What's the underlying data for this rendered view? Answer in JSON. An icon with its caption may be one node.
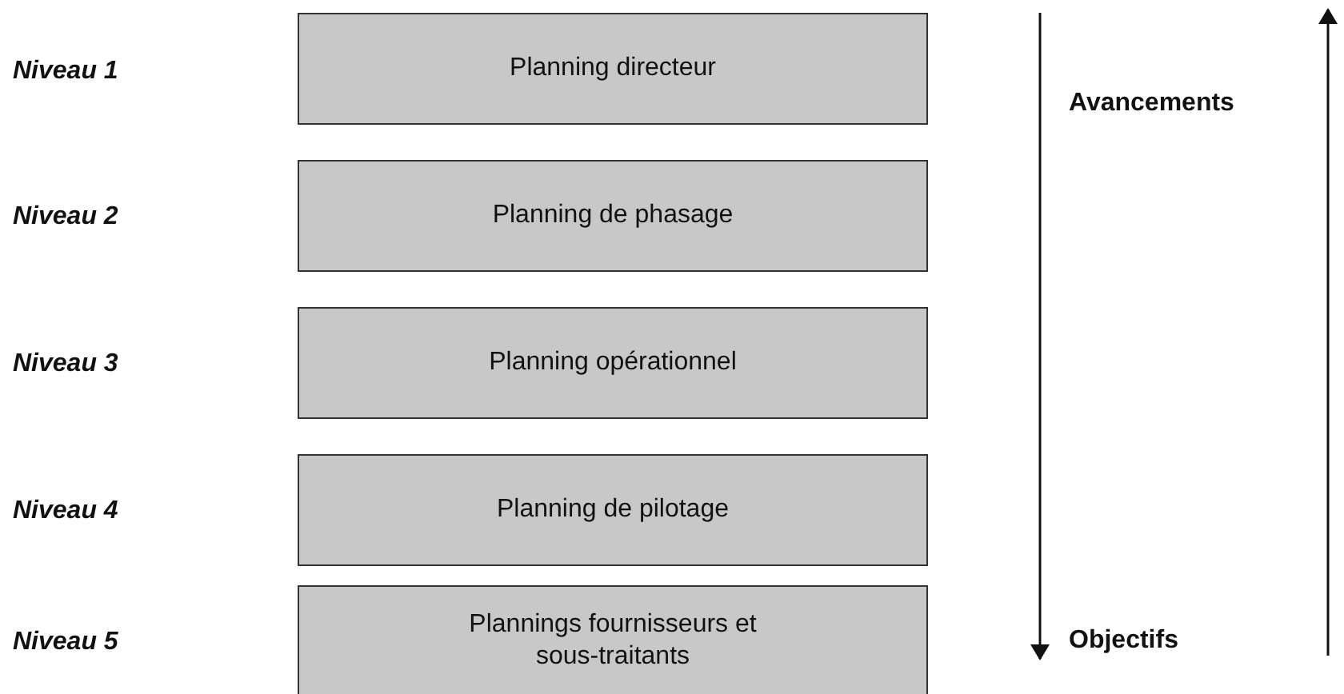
{
  "diagram": {
    "nodes": [
      {
        "text": [
          "Planning directeur"
        ]
      },
      {
        "text": [
          "Planning de phasage"
        ]
      },
      {
        "text": [
          "Planning opérationnel"
        ]
      },
      {
        "text": [
          "Planning de pilotage"
        ]
      },
      {
        "text": [
          "Plannings fournisseurs et sous-traitants"
        ]
      }
    ],
    "edges": [],
    "labels": [
      "Niveau 1",
      "Avancements",
      "Niveau 2",
      "Niveau 3",
      "Niveau 4",
      "Niveau 5",
      "Objectifs"
    ]
  }
}
